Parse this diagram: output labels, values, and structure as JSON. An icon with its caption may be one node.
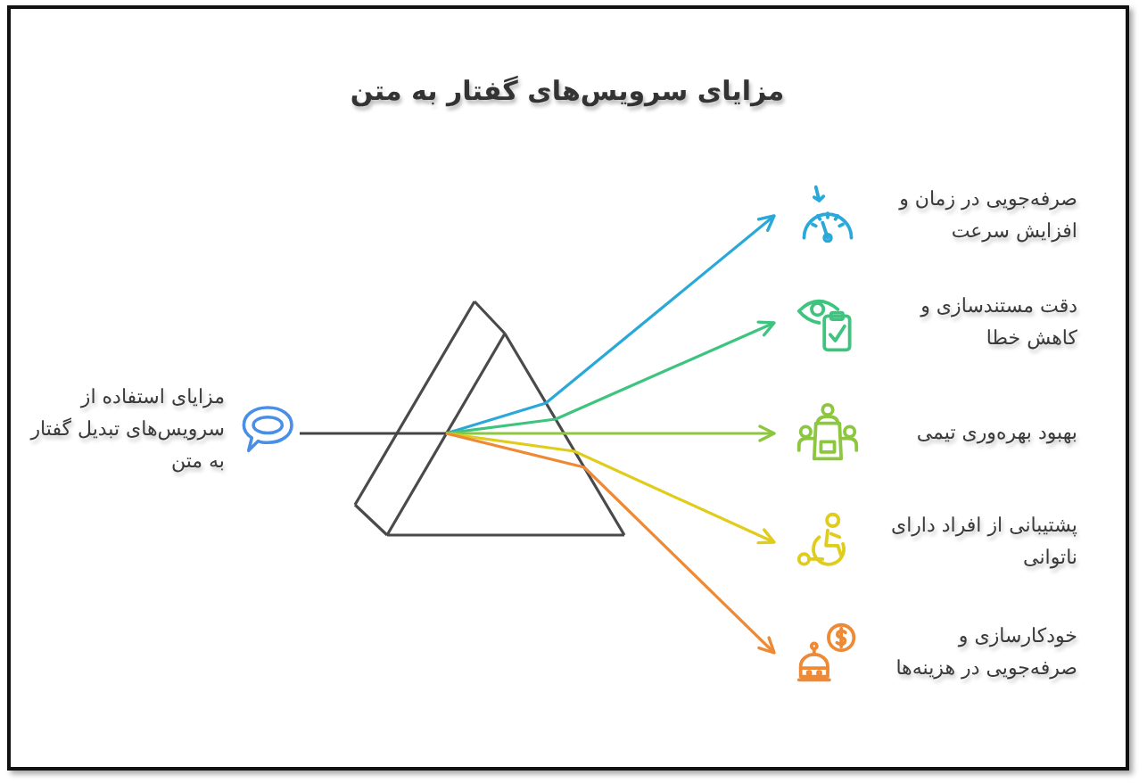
{
  "diagram": {
    "title": "مزایای سرویس‌های گفتار به متن",
    "nodes": [
      {
        "text": [
          "مزایای استفاده از سرویس‌های تبدیل گفتار به متن"
        ]
      },
      {
        "text": [],
        "shape": "prism"
      },
      {
        "text": [
          "صرفه‌جویی در زمان و افزایش سرعت"
        ]
      },
      {
        "text": [
          "دقت مستندسازی و کاهش خطا"
        ]
      },
      {
        "text": [
          "بهبود بهره‌وری تیمی"
        ]
      },
      {
        "text": [
          "پشتیبانی از افراد دارای ناتوانی"
        ]
      },
      {
        "text": [
          "خودکارسازی و صرفه‌جویی در هزینه‌ها"
        ]
      }
    ],
    "edges": [
      {
        "from": 0,
        "to": 1,
        "arrow": "none",
        "color": "#444444"
      },
      {
        "from": 1,
        "to": 2,
        "arrow": "to",
        "color": "#2aa8d8"
      },
      {
        "from": 1,
        "to": 3,
        "arrow": "to",
        "color": "#3dc47e"
      },
      {
        "from": 1,
        "to": 4,
        "arrow": "to",
        "color": "#8dc63f"
      },
      {
        "from": 1,
        "to": 5,
        "arrow": "to",
        "color": "#e0cc1a"
      },
      {
        "from": 1,
        "to": 6,
        "arrow": "to",
        "color": "#ee8a35"
      }
    ]
  }
}
